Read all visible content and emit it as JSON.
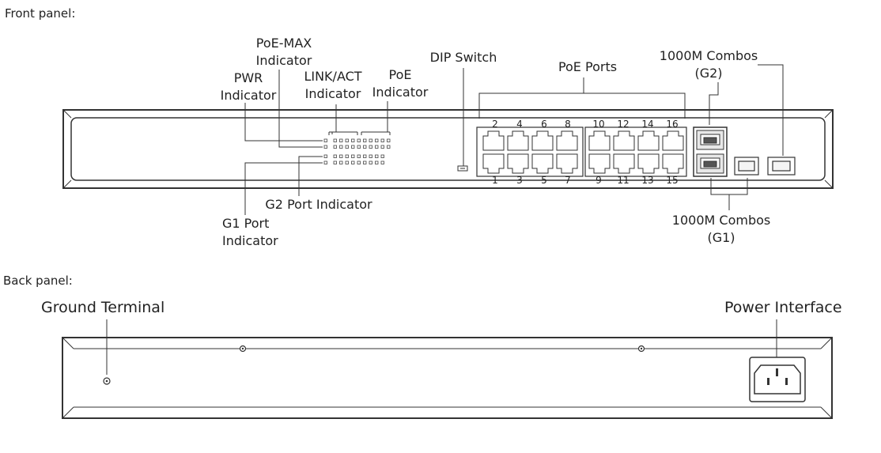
{
  "front_panel": {
    "heading": "Front panel:",
    "labels": {
      "poe_max": [
        "PoE-MAX",
        "Indicator"
      ],
      "pwr": [
        "PWR",
        "Indicator"
      ],
      "link_act": [
        "LINK/ACT",
        "Indicator"
      ],
      "poe": [
        "PoE",
        "Indicator"
      ],
      "dip_switch": "DIP Switch",
      "poe_ports": "PoE Ports",
      "combos_g2": [
        "1000M Combos",
        "(G2)"
      ],
      "combos_g1": [
        "1000M Combos",
        "(G1)"
      ],
      "g2_port": "G2 Port Indicator",
      "g1_port": [
        "G1 Port",
        "Indicator"
      ]
    },
    "port_numbers_top": [
      "2",
      "4",
      "6",
      "8",
      "10",
      "12",
      "14",
      "16"
    ],
    "port_numbers_bottom": [
      "1",
      "3",
      "5",
      "7",
      "9",
      "11",
      "13",
      "15"
    ]
  },
  "back_panel": {
    "heading": "Back panel:",
    "labels": {
      "ground_terminal": "Ground Terminal",
      "power_interface": "Power Interface"
    }
  }
}
